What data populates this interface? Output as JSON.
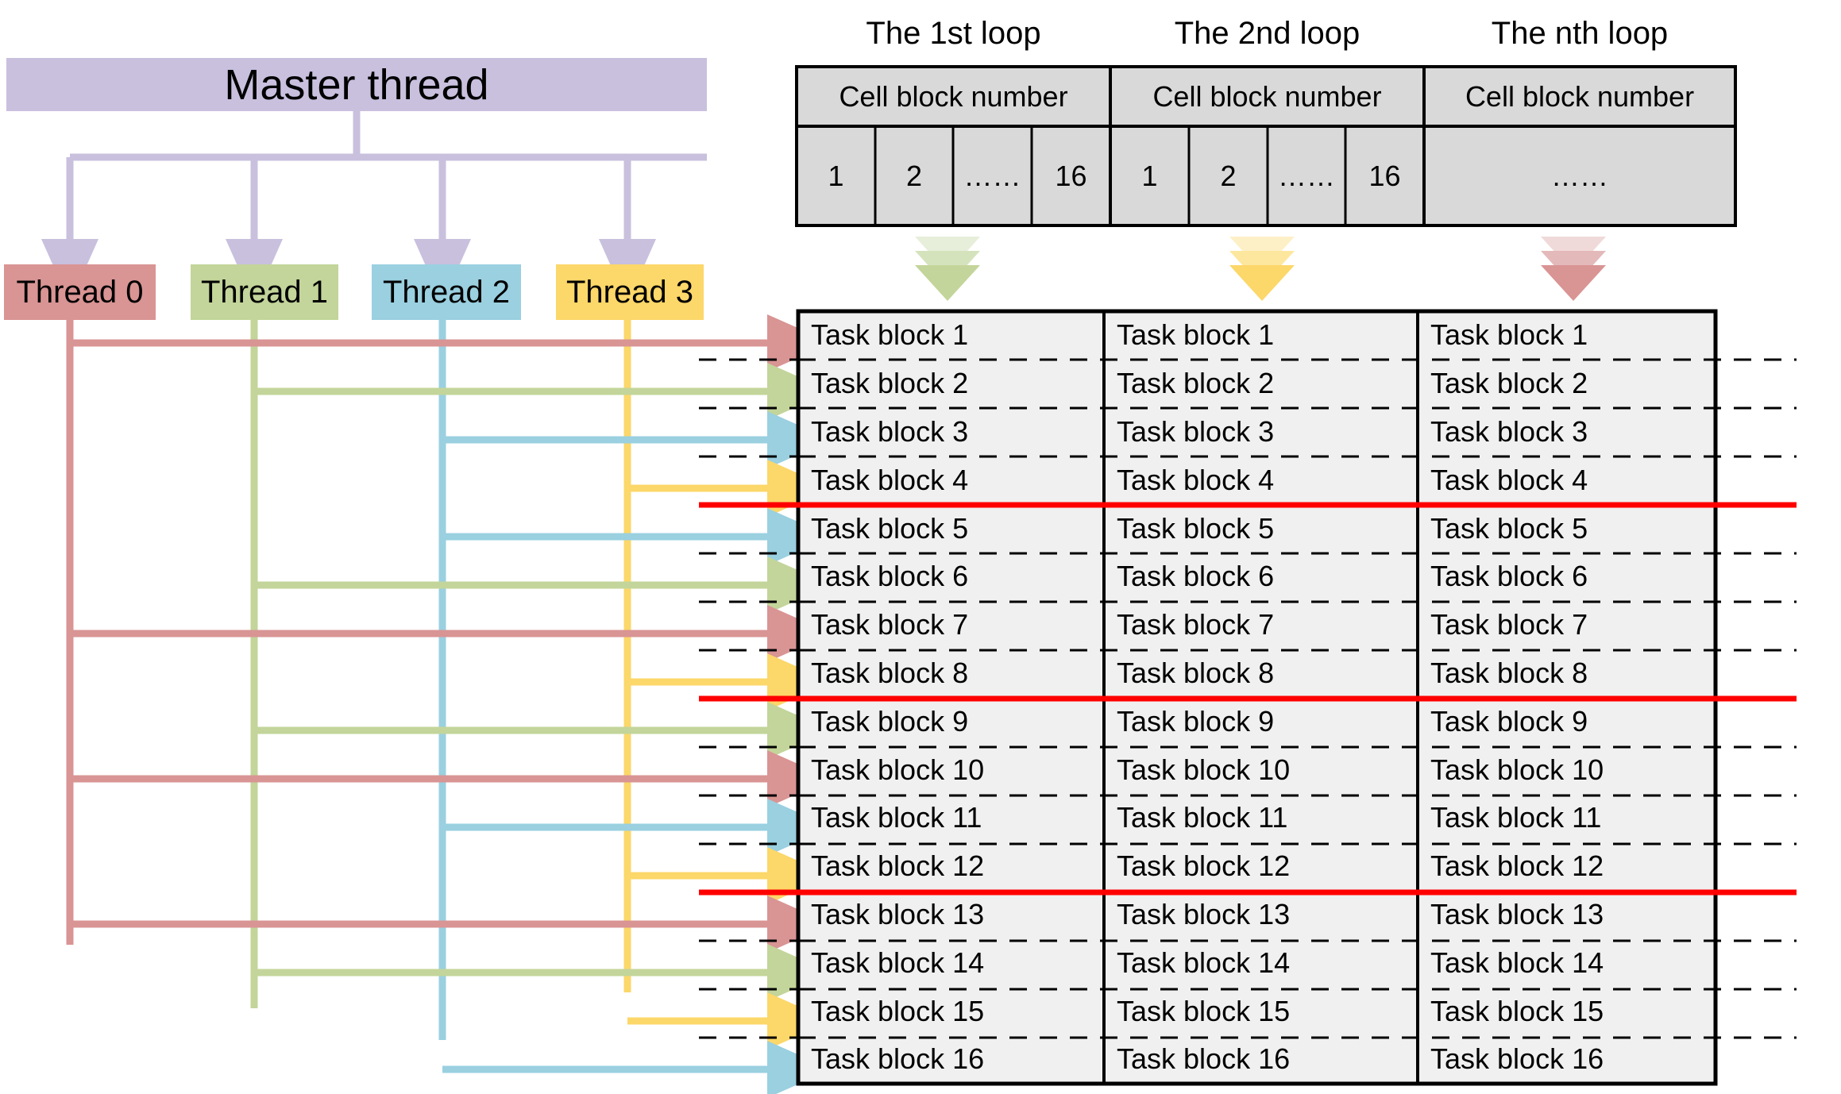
{
  "diagram": {
    "title_master": "Master thread",
    "threads": [
      {
        "label": "Thread 0",
        "color": "#d99494"
      },
      {
        "label": "Thread 1",
        "color": "#c3d59a"
      },
      {
        "label": "Thread 2",
        "color": "#9ad0e0"
      },
      {
        "label": "Thread 3",
        "color": "#fcd769"
      }
    ],
    "master_color": "#c9c0de",
    "divider_color": "#ff0000",
    "dash_color": "#000000"
  },
  "loops": [
    {
      "title": "The 1st loop",
      "header": "Cell block number",
      "cells": [
        "1",
        "2",
        "……",
        "16"
      ]
    },
    {
      "title": "The 2nd loop",
      "header": "Cell block number",
      "cells": [
        "1",
        "2",
        "……",
        "16"
      ]
    },
    {
      "title": "The nth loop",
      "header": "Cell block number",
      "cells": [
        "……"
      ]
    }
  ],
  "chevrons": [
    {
      "name": "chevron-loop-1",
      "color": "#c3d59a"
    },
    {
      "name": "chevron-loop-2",
      "color": "#fcd769"
    },
    {
      "name": "chevron-loop-n",
      "color": "#d99494"
    }
  ],
  "task_table": {
    "columns": [
      "The 1st loop",
      "The 2nd loop",
      "The nth loop"
    ],
    "rows": [
      {
        "label": "Task block 1",
        "thread": 0
      },
      {
        "label": "Task block 2",
        "thread": 1
      },
      {
        "label": "Task block 3",
        "thread": 2
      },
      {
        "label": "Task block 4",
        "thread": 3
      },
      {
        "label": "Task block 5",
        "thread": 2
      },
      {
        "label": "Task block 6",
        "thread": 1
      },
      {
        "label": "Task block 7",
        "thread": 0
      },
      {
        "label": "Task block 8",
        "thread": 3
      },
      {
        "label": "Task block 9",
        "thread": 1
      },
      {
        "label": "Task block 10",
        "thread": 0
      },
      {
        "label": "Task block 11",
        "thread": 2
      },
      {
        "label": "Task block 12",
        "thread": 3
      },
      {
        "label": "Task block 13",
        "thread": 0
      },
      {
        "label": "Task block 14",
        "thread": 1
      },
      {
        "label": "Task block 15",
        "thread": 3
      },
      {
        "label": "Task block 16",
        "thread": 2
      }
    ],
    "red_dividers_after_rows": [
      4,
      8,
      12
    ]
  }
}
